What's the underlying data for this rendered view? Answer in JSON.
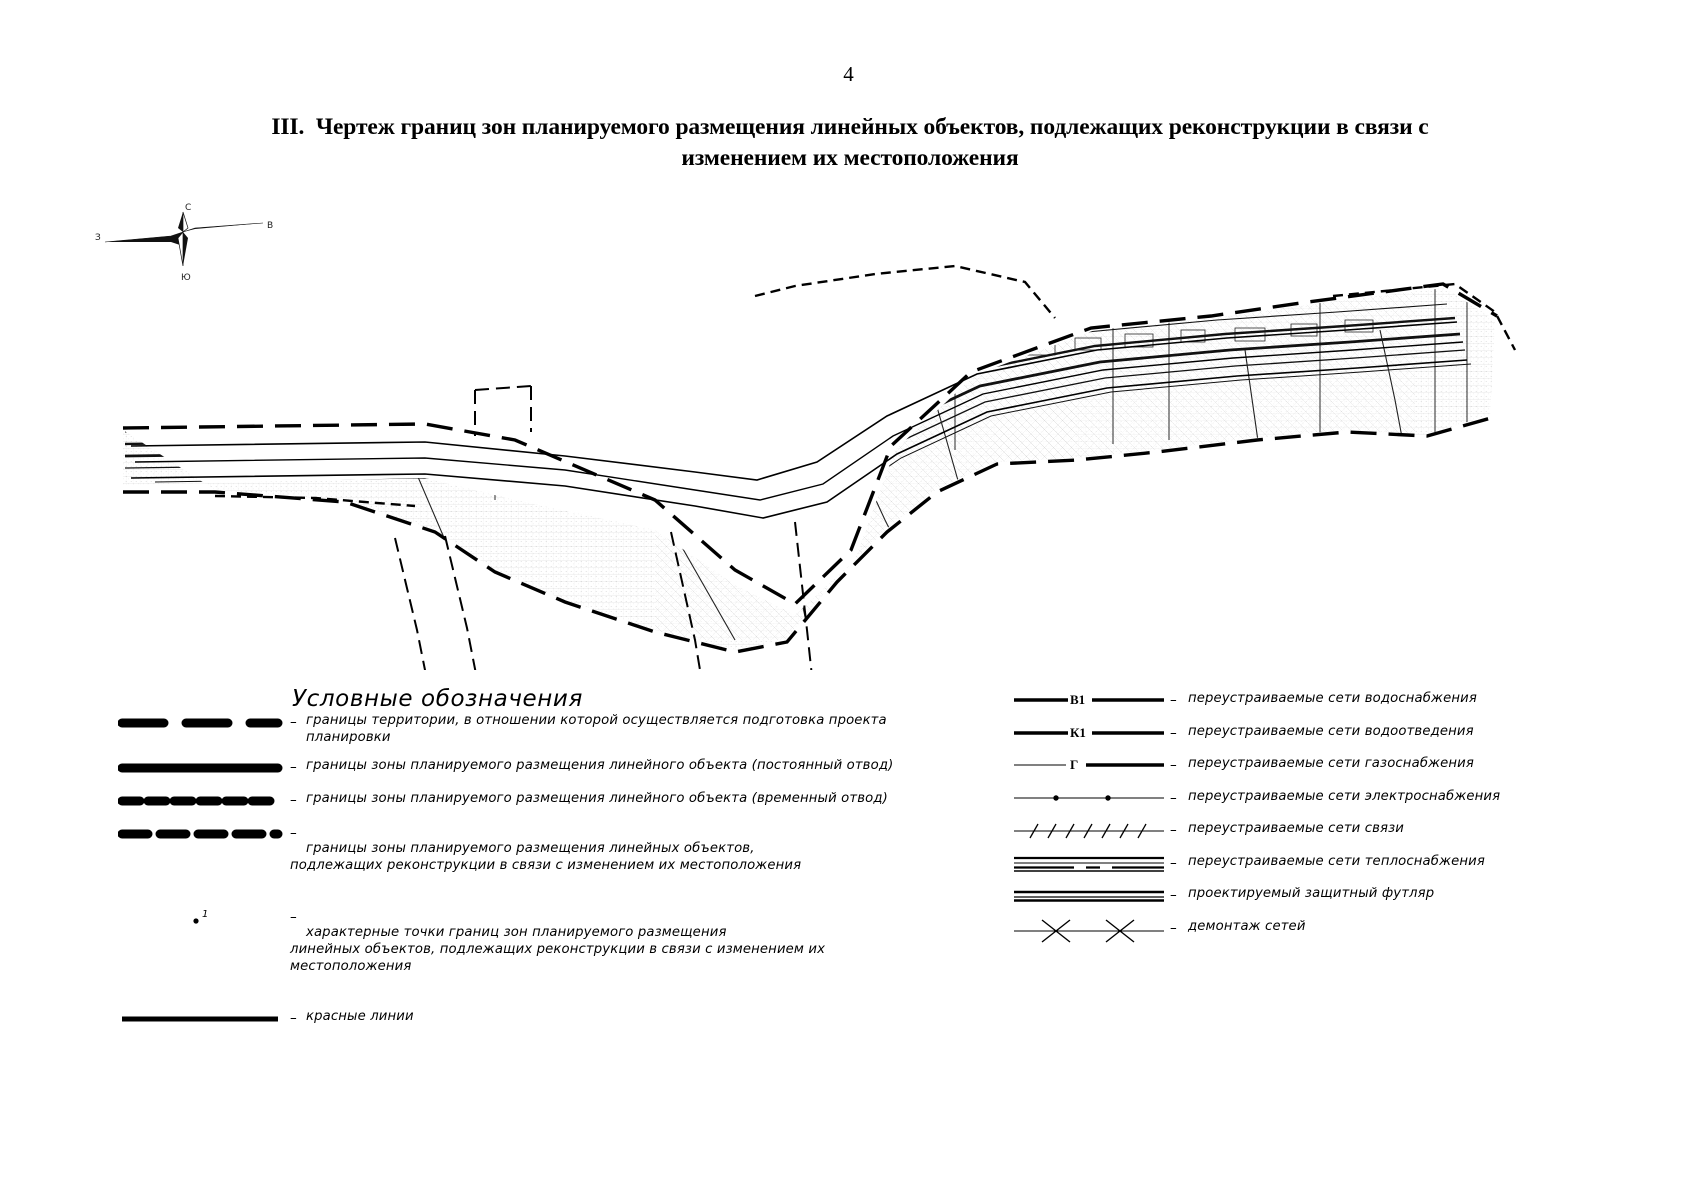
{
  "page": {
    "number": "4"
  },
  "title": {
    "section": "III.",
    "line1": "Чертеж границ зон планируемого размещения линейных объектов, подлежащих реконструкции в связи с",
    "line2": "изменением их местоположения",
    "full": "III.  Чертеж границ зон планируемого размещения линейных объектов, подлежащих реконструкции в связи с изменением их местоположения"
  },
  "map": {
    "compass": {
      "north_label": "С",
      "south_label": "Ю",
      "west_label": "З",
      "east_label": "В"
    },
    "description": "Инженерно-топографический план участка линейного объекта с границами зон планируемого размещения"
  },
  "legend": {
    "title": "Условные обозначения",
    "dash": "–",
    "left_items": [
      {
        "symbol": "thick-dash-long",
        "text": "границы территории, в отношении которой осуществляется подготовка проекта планировки"
      },
      {
        "symbol": "thick-solid",
        "text": "границы зоны планируемого размещения линейного объекта (постоянный отвод)"
      },
      {
        "symbol": "thick-dash-medium",
        "text": "границы зоны планируемого размещения линейного объекта (временный отвод)"
      },
      {
        "symbol": "thick-dash-short",
        "text": "границы зоны планируемого размещения линейных объектов,",
        "text_line2": "подлежащих реконструкции в связи с изменением их местоположения"
      },
      {
        "symbol": "point-marker",
        "point_number": "1",
        "text": "характерные точки границ зон планируемого размещения",
        "text_line2": "линейных объектов, подлежащих реконструкции в связи с изменением их местоположения"
      },
      {
        "symbol": "red-line",
        "text": "красные линии"
      }
    ],
    "right_items": [
      {
        "symbol": "line-with-label",
        "label": "В1",
        "text": "переустраиваемые сети водоснабжения"
      },
      {
        "symbol": "line-with-label",
        "label": "К1",
        "text": "переустраиваемые сети водоотведения"
      },
      {
        "symbol": "line-with-label",
        "label": "Г",
        "text": "переустраиваемые сети газоснабжения"
      },
      {
        "symbol": "line-with-dots",
        "label": "",
        "text": "переустраиваемые сети электроснабжения"
      },
      {
        "symbol": "line-with-ticks",
        "label": "",
        "text": "переустраиваемые сети связи"
      },
      {
        "symbol": "double-line-dashed",
        "label": "",
        "text": "переустраиваемые сети теплоснабжения"
      },
      {
        "symbol": "double-line",
        "label": "",
        "text": "проектируемый защитный футляр"
      },
      {
        "symbol": "line-with-crosses",
        "label": "",
        "text": "демонтаж сетей"
      }
    ]
  }
}
